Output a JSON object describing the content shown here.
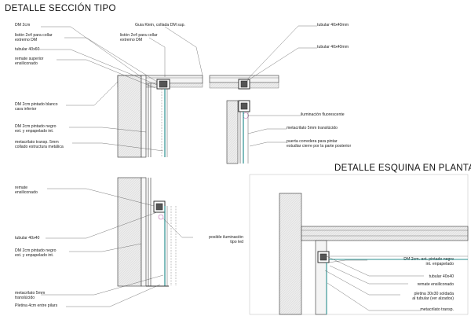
{
  "titles": {
    "section": "DETALLE  SECCIÓN TIPO",
    "corner": "DETALLE ESQUINA EN PLANTA"
  },
  "labels_left_upper": [
    "DM  2cm",
    "listón 2x4 para collar\nextremo DM",
    "tubular 40x60",
    "remate superior\nensiliconado",
    "DM  2cm pintado blanco\ncara inferior",
    "DM  2cm pintado negro\next. y enpapelado int.",
    "metacrilato transp. 5mm\ncollado estructura metálica"
  ],
  "labels_mid_upper": [
    "Guia Klein, collada DM sup.",
    "listón 2x4 para collar\nextremo DM"
  ],
  "labels_right_upper": [
    "tubular 40x40mm",
    "tubular 40x40mm",
    "iluminación fluorescente",
    "metacrilato 5mm translúcido",
    "puerta corredera para pintar\nestudiar cierre por la parte posterior"
  ],
  "labels_left_lower": [
    "remate\nensiliconado",
    "tubular 40x40",
    "DM  2cm pintado negro\next. y enpapelado int.",
    "metacrilato 5mm\ntranslúcido",
    "Pletina 4cm entre pilars"
  ],
  "label_led": "posible iluminación\ntipo led",
  "labels_corner": [
    "DM 2cm. ext. pintado negro\nint. enpapelado",
    "tubular 40x40",
    "remate ensiliconado",
    "pletina 30x30 soldada\nal tubular (ver alzados)",
    "metacrilato transp."
  ]
}
